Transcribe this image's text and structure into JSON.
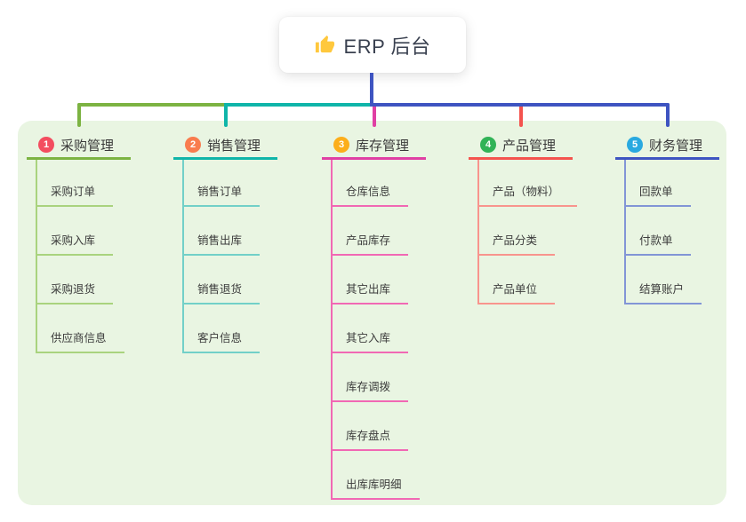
{
  "root": {
    "title": "ERP 后台",
    "icon": "thumbs-up-icon",
    "icon_color": "#FFC83D"
  },
  "colors": {
    "page_bg": "#FFFFFF",
    "panel_bg": "#E9F5E2",
    "root_line": "#3E54C1",
    "title_text": "#3A3A3A",
    "child_text": "#3C3C3C"
  },
  "branches": [
    {
      "badge": "1",
      "title": "采购管理",
      "badge_color": "#F34D5F",
      "line_color": "#7CB342",
      "child_line_color": "#A9D37E",
      "children": [
        "采购订单",
        "采购入库",
        "采购退货",
        "供应商信息"
      ]
    },
    {
      "badge": "2",
      "title": "销售管理",
      "badge_color": "#F97C4E",
      "line_color": "#0FB5A9",
      "child_line_color": "#72D0C8",
      "children": [
        "销售订单",
        "销售出库",
        "销售退货",
        "客户信息"
      ]
    },
    {
      "badge": "3",
      "title": "库存管理",
      "badge_color": "#FCAE1B",
      "line_color": "#E03FA4",
      "child_line_color": "#F168B4",
      "children": [
        "仓库信息",
        "产品库存",
        "其它出库",
        "其它入库",
        "库存调拨",
        "库存盘点",
        "出库库明细"
      ]
    },
    {
      "badge": "4",
      "title": "产品管理",
      "badge_color": "#31B357",
      "line_color": "#F4534E",
      "child_line_color": "#F8948D",
      "children": [
        "产品（物料）",
        "产品分类",
        "产品单位"
      ]
    },
    {
      "badge": "5",
      "title": "财务管理",
      "badge_color": "#29A9E0",
      "line_color": "#3E54C1",
      "child_line_color": "#8295D6",
      "children": [
        "回款单",
        "付款单",
        "结算账户"
      ]
    }
  ]
}
